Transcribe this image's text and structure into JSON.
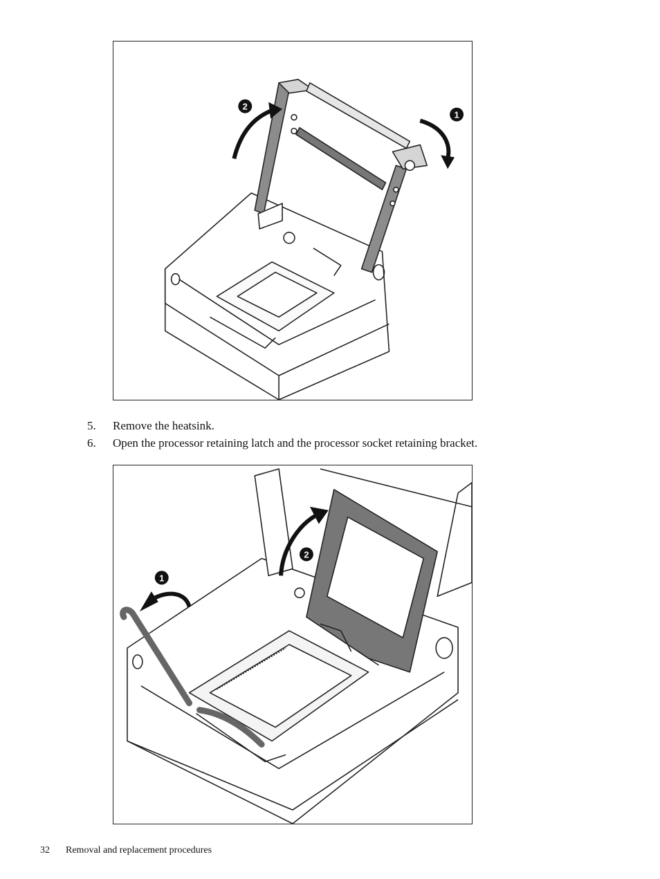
{
  "figure1": {
    "callouts": [
      "1",
      "2"
    ]
  },
  "steps": [
    {
      "number": "5.",
      "text": "Remove the heatsink."
    },
    {
      "number": "6.",
      "text": "Open the processor retaining latch and the processor socket retaining bracket."
    }
  ],
  "figure2": {
    "callouts": [
      "1",
      "2"
    ]
  },
  "footer": {
    "page_number": "32",
    "section_title": "Removal and replacement procedures"
  }
}
